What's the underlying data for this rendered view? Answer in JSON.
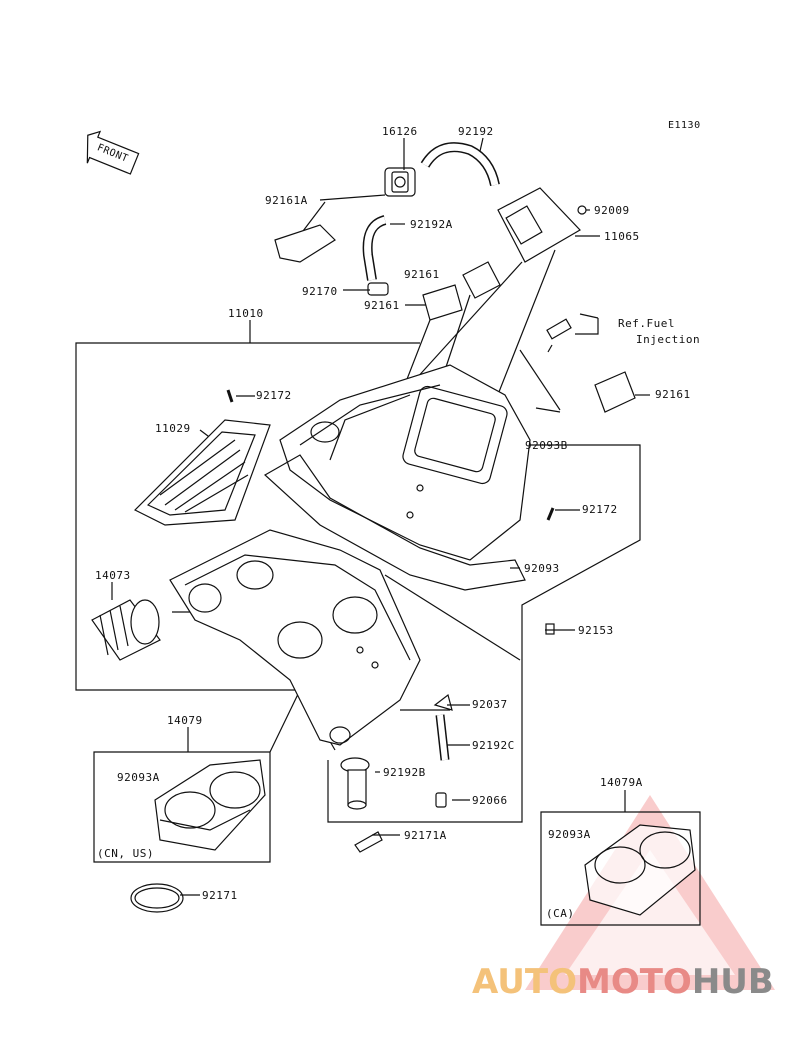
{
  "diagram_code": "E1130",
  "front_label": "FRONT",
  "parts": {
    "p16126": "16126",
    "p92192": "92192",
    "p92161A": "92161A",
    "p92192A": "92192A",
    "p92009": "92009",
    "p11065": "11065",
    "p92161_top": "92161",
    "p92170": "92170",
    "p92161_mid": "92161",
    "p11010": "11010",
    "ref_fuel": "Ref.Fuel",
    "ref_injection": "Injection",
    "p92161_right": "92161",
    "p92172_top": "92172",
    "p11029": "11029",
    "p92093B": "92093B",
    "p92172_mid": "92172",
    "p92093": "92093",
    "p14073": "14073",
    "p92153": "92153",
    "p92037": "92037",
    "p14079": "14079",
    "p92192C": "92192C",
    "p92093A_left": "92093A",
    "p92192B": "92192B",
    "p92066": "92066",
    "p14079A": "14079A",
    "p92171A": "92171A",
    "p92093A_right": "92093A",
    "cn_us": "(CN, US)",
    "ca": "(CA)",
    "p92171": "92171"
  },
  "watermark": {
    "part1": "AUTO",
    "part2": "MOTO",
    "part3": "HUB",
    "colors": {
      "auto": "#f4c27a",
      "moto": "#e88a86",
      "hub": "#8a8a8a",
      "triangle": "#e0393e"
    }
  }
}
